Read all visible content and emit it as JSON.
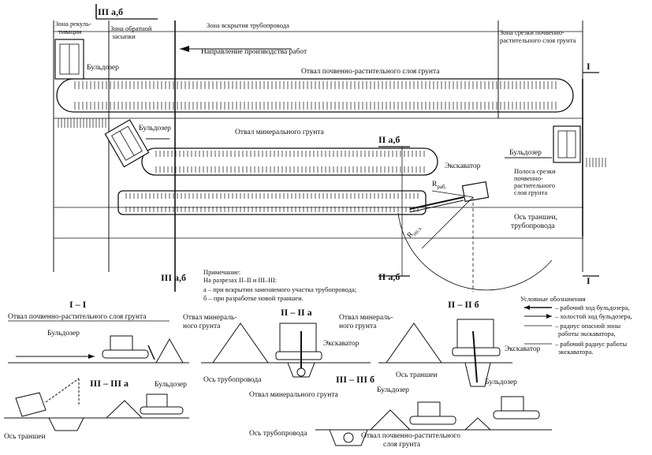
{
  "top": {
    "section_marker_3": "III а,б",
    "zone_recultivation": "Зона рекуль-\nтивации",
    "zone_backfill": "Зона обратной\nзасыпки",
    "zone_opening": "Зона вскрытия трубопровода",
    "zone_topsoil_cut": "Зона срезки почвенно-\nрастительного слоя грунта",
    "bulldozer_1": "Бульдозер",
    "bulldozer_2": "Бульдозер",
    "bulldozer_3": "Бульдозер",
    "work_direction": "Направление производства работ",
    "topsoil_dump": "Отвал почвенно-растительного слоя грунта",
    "mineral_dump": "Отвал минерального грунта",
    "section_marker_2_top": "II а,б",
    "excavator": "Экскаватор",
    "strip_cut": "Полоса срезки\nпочвенно-\nрастительного\nслоя грунта",
    "r_work": "R",
    "r_work_sub": "раб.",
    "r_danger": "R",
    "r_danger_sub": "оп.з.",
    "trench_axis": "Ось траншеи,\nтрубопровода",
    "section_marker_1_top": "I",
    "section_marker_1_bottom": "I",
    "section_marker_3_bottom": "III а,б",
    "section_marker_2_bottom": "II а,б"
  },
  "note": {
    "title": "Примечание:",
    "line1": "На разрезах II–II и III–III:",
    "line2": "а – при вскрытии заменяемого участка трубопровода;",
    "line3": "б – при разработке новой траншеи."
  },
  "legend": {
    "title": "Условные обозначения",
    "items": [
      "– рабочий ход бульдозера,",
      "– холостой ход бульдозера,",
      "– радиус опасной зоны\nработы экскаватора,",
      "– рабочий радиус работы\nэкскаватора."
    ]
  },
  "sections": {
    "s1_title": "I – I",
    "s1_topsoil": "Отвал почвенно-растительного слоя грунта",
    "s1_bulldozer": "Бульдозер",
    "s2a_mineral": "Отвал минераль-\nного грунта",
    "s2a_title": "II – II а",
    "s2a_excavator": "Экскаватор",
    "s2a_pipe_axis": "Ось трубопровода",
    "s2b_mineral": "Отвал минераль-\nного грунта",
    "s2b_title": "II – II б",
    "s2b_excavator": "Экскаватор",
    "s2b_trench_axis": "Ось траншеи",
    "s3a_title": "III – III а",
    "s3a_bulldozer": "Бульдозер",
    "s3a_trench_axis": "Ось траншеи",
    "s3b_title": "III – III б",
    "s3b_mineral": "Отвал минерального грунта",
    "s3b_bulldozer1": "Бульдозер",
    "s3b_bulldozer2": "Бульдозер",
    "s3b_pipe_axis": "Ось трубопровода",
    "s3b_topsoil": "Отвал почвенно-растительного\nслоя грунта"
  }
}
